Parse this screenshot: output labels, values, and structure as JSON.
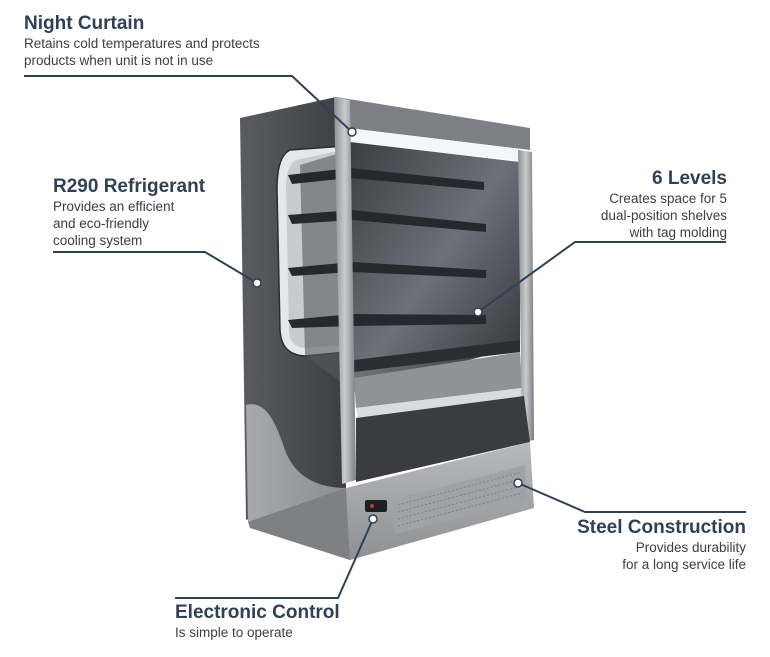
{
  "callouts": {
    "night_curtain": {
      "title": "Night Curtain",
      "description": "Retains cold temperatures and protects\nproducts when unit is not in use"
    },
    "r290": {
      "title": "R290 Refrigerant",
      "description": "Provides an efficient\nand eco-friendly\ncooling system"
    },
    "levels": {
      "title": "6 Levels",
      "description": "Creates space for 5\ndual-position shelves\nwith tag molding"
    },
    "steel": {
      "title": "Steel Construction",
      "description": "Provides durability\nfor a long service life"
    },
    "electronic": {
      "title": "Electronic Control",
      "description": "Is simple to operate"
    }
  },
  "colors": {
    "title_text": "#2e4156",
    "leader_line": "#2e4156",
    "body_dark": "#4a4c50",
    "steel_light": "#9a9c9e",
    "interior_light": "#e9edf1"
  }
}
